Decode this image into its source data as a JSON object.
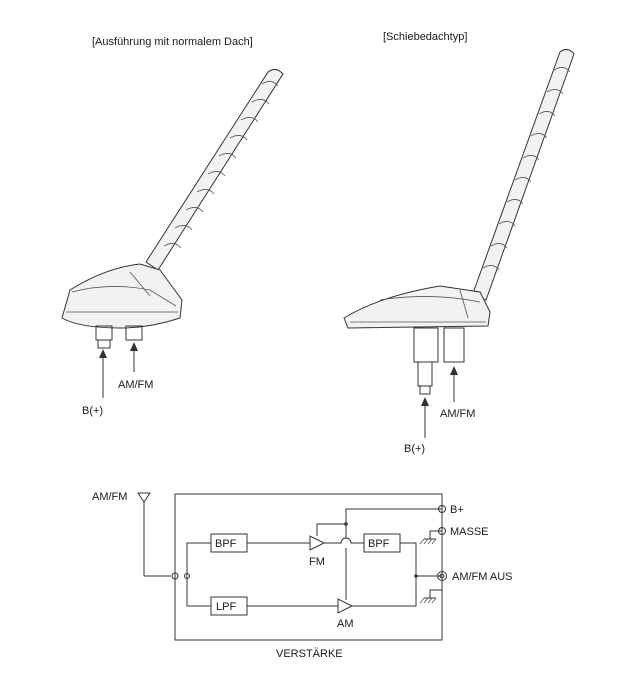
{
  "figure_left": {
    "caption": "[Ausführung mit normalem Dach]",
    "label_amfm": "AM/FM",
    "label_b": "B(+)"
  },
  "figure_right": {
    "caption": "[Schiebedachtyp]",
    "label_amfm": "AM/FM",
    "label_b": "B(+)"
  },
  "circuit": {
    "input_label": "AM/FM",
    "bpf_top": "BPF",
    "bpf_right": "BPF",
    "lpf": "LPF",
    "fm_label": "FM",
    "am_label": "AM",
    "terminal_bplus": "B+",
    "terminal_masse": "MASSE",
    "terminal_out": "AM/FM AUS",
    "box_caption": "VERSTÄRKE"
  }
}
